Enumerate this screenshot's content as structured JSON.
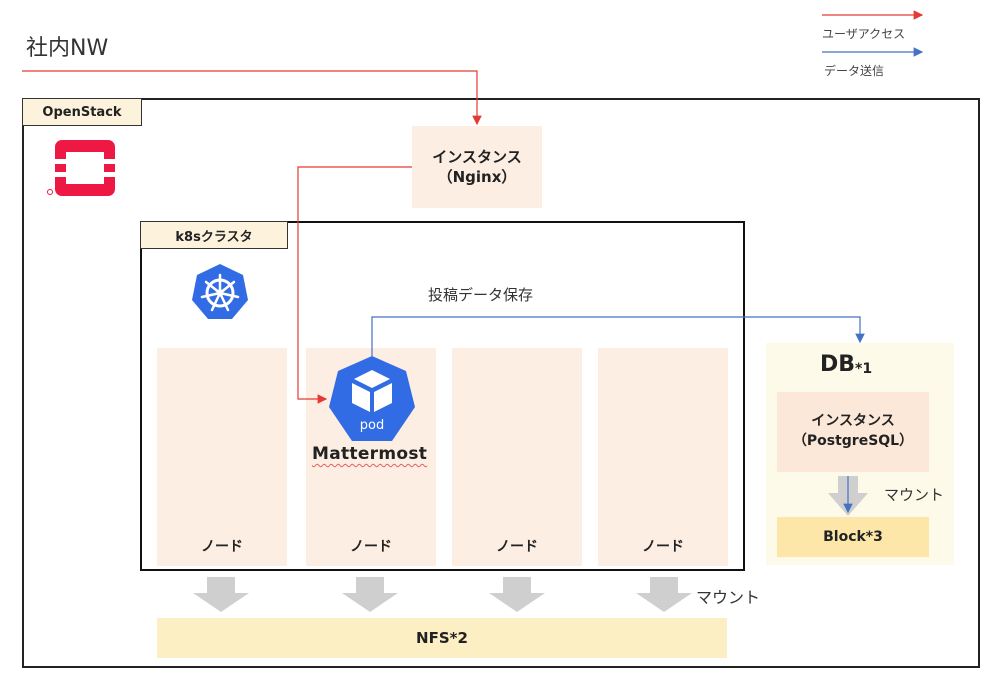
{
  "title": "社内NW",
  "legend": {
    "user_access": "ユーザアクセス",
    "data_send": "データ送信",
    "user_access_color": "#e53935",
    "data_send_color": "#4472c4"
  },
  "openstack": {
    "label": "OpenStack",
    "logo_icon": "openstack-logo-icon",
    "logo_color": "#ed1944"
  },
  "nginx_instance": {
    "line1": "インスタンス",
    "line2": "（Nginx）"
  },
  "k8s": {
    "label": "k8sクラスタ",
    "logo_icon": "kubernetes-logo-icon",
    "logo_color": "#326ce5"
  },
  "post_data_save": "投稿データ保存",
  "pod": {
    "label": "pod",
    "app_name": "Mattermost"
  },
  "nodes": [
    "ノード",
    "ノード",
    "ノード",
    "ノード"
  ],
  "db": {
    "title": "DB",
    "title_note": "*1",
    "instance_line1": "インスタンス",
    "instance_line2": "（PostgreSQL）",
    "mount_label": "マウント",
    "block": "Block*3"
  },
  "nfs": {
    "label": "NFS*2",
    "mount_label": "マウント"
  }
}
